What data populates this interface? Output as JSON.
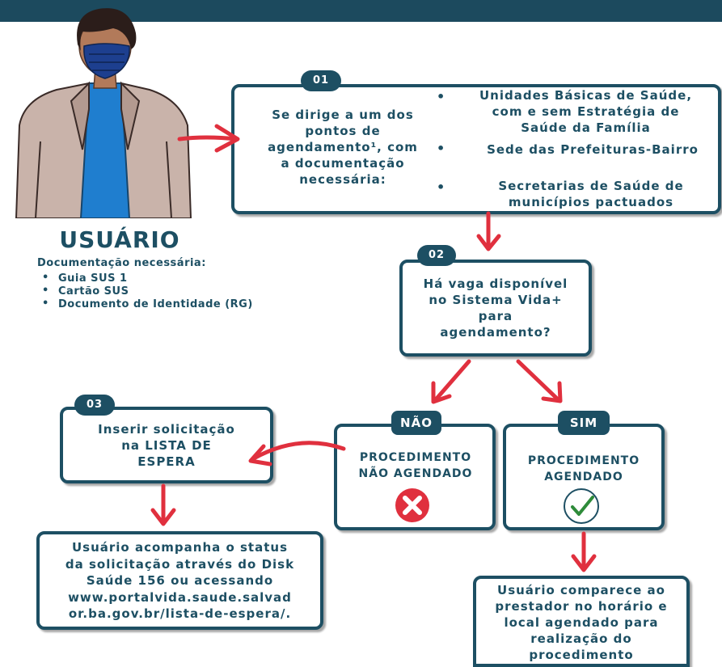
{
  "header": {},
  "user": {
    "title": "USUÁRIO",
    "docs_title": "Documentação necessária:",
    "docs": [
      "Guia SUS 1",
      "Cartão SUS",
      "Documento de Identidade (RG)"
    ]
  },
  "step1": {
    "badge": "01",
    "text": "Se dirige a um dos\npontos de\nagendamento¹, com\na documentação\nnecessária:",
    "options": [
      "Unidades Básicas de Saúde,\ncom e sem Estratégia de\nSaúde da Família",
      "Sede das Prefeituras-Bairro",
      "Secretarias de Saúde de\nmunicípios pactuados"
    ]
  },
  "step2": {
    "badge": "02",
    "text": "Há vaga disponível\nno Sistema Vida+\npara\nagendamento?"
  },
  "no": {
    "badge": "NÃO",
    "text": "PROCEDIMENTO\nNÃO AGENDADO"
  },
  "yes": {
    "badge": "SIM",
    "text": "PROCEDIMENTO\nAGENDADO"
  },
  "step3": {
    "badge": "03",
    "text": "Inserir solicitação\nna LISTA DE\nESPERA"
  },
  "follow": {
    "text": "Usuário acompanha o status\nda solicitação através do Disk\nSaúde 156 ou acessando\nwww.portalvida.saude.salvad\nor.ba.gov.br/lista-de-espera/."
  },
  "attend": {
    "text": "Usuário comparece ao\nprestador no horário e\nlocal agendado para\nrealização do\nprocedimento"
  },
  "colors": {
    "primary": "#1d4f63",
    "arrow": "#e0303e",
    "check": "#2e8b3a"
  }
}
